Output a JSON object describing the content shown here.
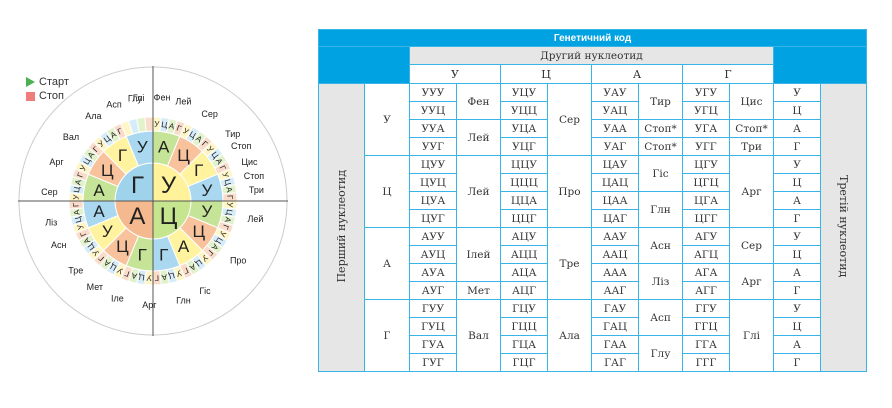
{
  "legend": {
    "start": "Старт",
    "stop": "Стоп"
  },
  "wheel": {
    "inner": [
      "Г",
      "У",
      "Ц",
      "А"
    ],
    "middle": [
      "А",
      "Ц",
      "Г",
      "У",
      "У",
      "Ц",
      "А",
      "Г",
      "Г",
      "Ц",
      "У",
      "А",
      "А",
      "Ц",
      "Г",
      "У"
    ],
    "outer": "УЦАГУЦАГУЦАГУЦАГУЦАГУЦАГУЦАГУЦАГУЦАГУЦАГУЦАГУЦАГУЦАГУЦАГУЦАГ",
    "amino": [
      "Глі",
      "Фен",
      "Лей",
      "Сер",
      "Тир",
      "Стоп",
      "Цис",
      "Стоп",
      "Три",
      "Лей",
      "Про",
      "Гіс",
      "Глн",
      "Арг",
      "Іле",
      "Мет",
      "Тре",
      "Асн",
      "Ліз",
      "Сер",
      "Арг",
      "Вал",
      "Ала",
      "Асп",
      "Глу"
    ]
  },
  "table": {
    "title": "Генетичний код",
    "second": "Другий нуклеотид",
    "first": "Перший нуклеотид",
    "third": "Третій нуклеотид",
    "cols": [
      "У",
      "Ц",
      "А",
      "Г"
    ],
    "rows_first": [
      "У",
      "Ц",
      "А",
      "Г"
    ],
    "third_vals": [
      "У",
      "Ц",
      "А",
      "Г"
    ],
    "codons": [
      [
        "УУУ",
        "УЦУ",
        "УАУ",
        "УГУ"
      ],
      [
        "УУЦ",
        "УЦЦ",
        "УАЦ",
        "УГЦ"
      ],
      [
        "УУА",
        "УЦА",
        "УАА",
        "УГА"
      ],
      [
        "УУГ",
        "УЦГ",
        "УАГ",
        "УГГ"
      ],
      [
        "ЦУУ",
        "ЦЦУ",
        "ЦАУ",
        "ЦГУ"
      ],
      [
        "ЦУЦ",
        "ЦЦЦ",
        "ЦАЦ",
        "ЦГЦ"
      ],
      [
        "ЦУА",
        "ЦЦА",
        "ЦАА",
        "ЦГА"
      ],
      [
        "ЦУГ",
        "ЦЦГ",
        "ЦАГ",
        "ЦГГ"
      ],
      [
        "АУУ",
        "АЦУ",
        "ААУ",
        "АГУ"
      ],
      [
        "АУЦ",
        "АЦЦ",
        "ААЦ",
        "АГЦ"
      ],
      [
        "АУА",
        "АЦА",
        "ААА",
        "АГА"
      ],
      [
        "АУГ",
        "АЦГ",
        "ААГ",
        "АГГ"
      ],
      [
        "ГУУ",
        "ГЦУ",
        "ГАУ",
        "ГГУ"
      ],
      [
        "ГУЦ",
        "ГЦЦ",
        "ГАЦ",
        "ГГЦ"
      ],
      [
        "ГУА",
        "ГЦА",
        "ГАА",
        "ГГА"
      ],
      [
        "ГУГ",
        "ГЦГ",
        "ГАГ",
        "ГГГ"
      ]
    ],
    "aa": {
      "fen": "Фен",
      "ley1": "Лей",
      "ser1": "Сер",
      "tyr": "Тир",
      "stop1": "Стоп*",
      "stop2": "Стоп*",
      "cys": "Цис",
      "stop3": "Стоп*",
      "trp": "Три",
      "ley2": "Лей",
      "pro": "Про",
      "his": "Гіс",
      "gln": "Глн",
      "arg1": "Арг",
      "ile": "Ілей",
      "met": "Мет",
      "thr": "Тре",
      "asn": "Асн",
      "lys": "Ліз",
      "ser2": "Сер",
      "arg2": "Арг",
      "val": "Вал",
      "ala": "Ала",
      "asp": "Асп",
      "glu": "Глу",
      "gly": "Глі"
    }
  },
  "colors": {
    "accent": "#00a2e1",
    "border": "#38b4e6"
  }
}
